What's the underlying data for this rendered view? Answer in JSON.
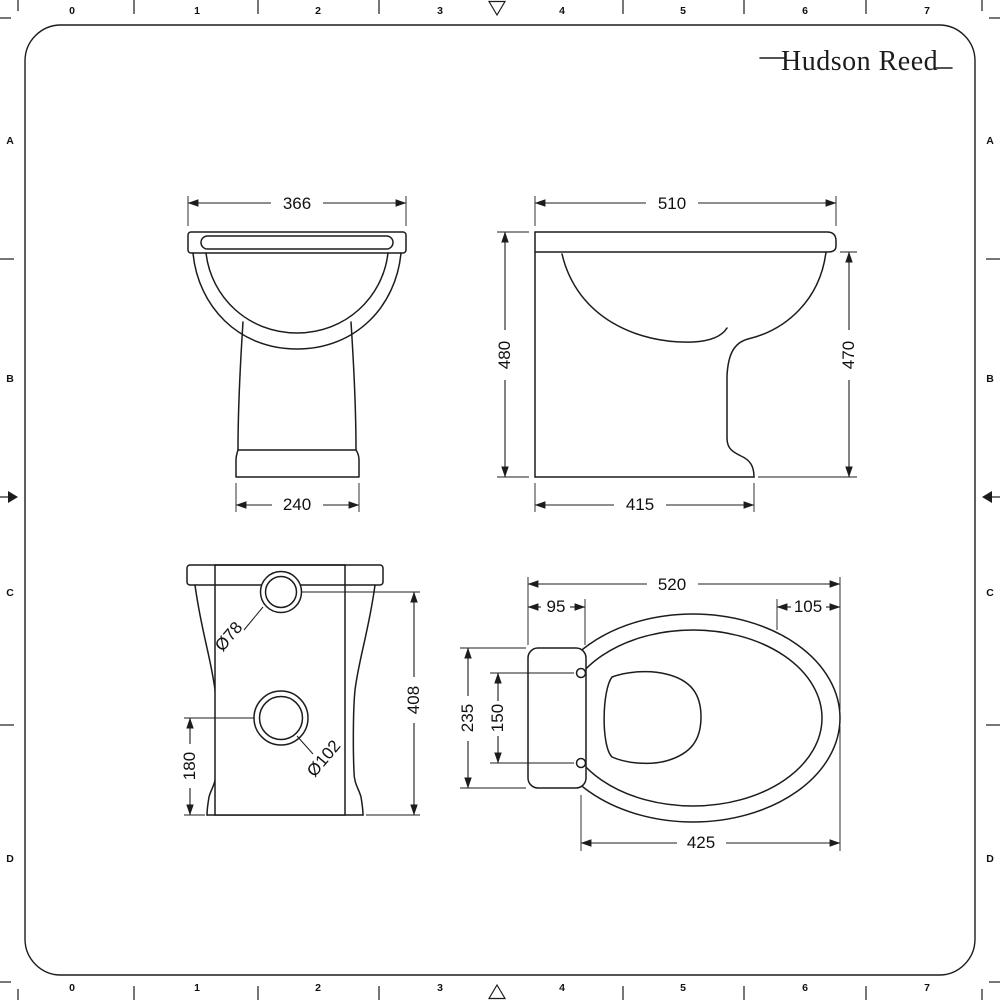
{
  "brand": "Hudson Reed",
  "ruler": {
    "numbers": [
      "0",
      "1",
      "2",
      "3",
      "4",
      "5",
      "6",
      "7"
    ],
    "letters": [
      "A",
      "B",
      "C",
      "D"
    ]
  },
  "views": {
    "front": {
      "width_top": "366",
      "width_base": "240"
    },
    "side": {
      "depth_top": "510",
      "height_overall": "480",
      "height_front": "470",
      "depth_base": "415"
    },
    "rear": {
      "inlet_diameter": "Ø78",
      "outlet_diameter": "Ø102",
      "outlet_center_height": "180",
      "inlet_center_height": "408"
    },
    "seat": {
      "depth_overall": "520",
      "hinge_offset": "95",
      "front_offset": "105",
      "fixing_span": "235",
      "hinge_hole_spacing": "150",
      "seat_depth": "425"
    }
  }
}
